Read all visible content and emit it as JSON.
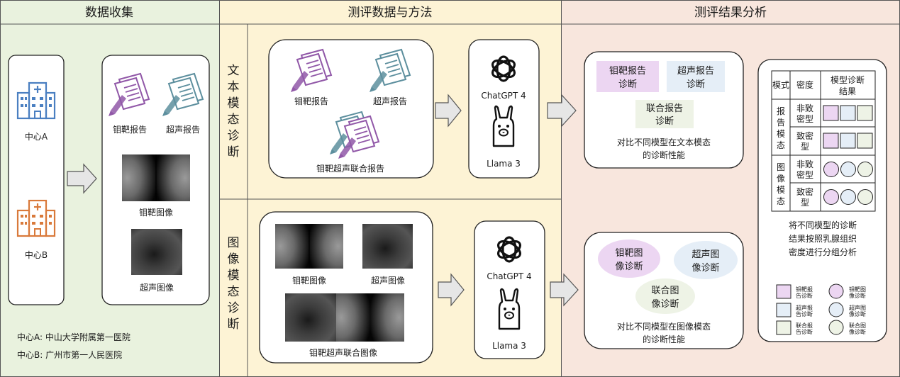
{
  "sections": {
    "collect_title": "数据收集",
    "method_title": "测评数据与方法",
    "result_title": "测评结果分析"
  },
  "collect": {
    "center_a": "中心A",
    "center_b": "中心B",
    "mammo_report": "钼靶报告",
    "us_report": "超声报告",
    "mammo_image": "钼靶图像",
    "us_image": "超声图像",
    "footnote_a": "中心A:  中山大学附属第一医院",
    "footnote_b": "中心B:  广州市第一人民医院"
  },
  "method": {
    "text_mode_label": [
      "文",
      "本",
      "模",
      "态",
      "诊",
      "断"
    ],
    "image_mode_label": [
      "图",
      "像",
      "模",
      "态",
      "诊",
      "断"
    ],
    "mammo_report": "钼靶报告",
    "us_report": "超声报告",
    "combined_report": "钼靶超声联合报告",
    "mammo_image": "钼靶图像",
    "us_image": "超声图像",
    "combined_image": "钼靶超声联合图像",
    "model_gpt": "ChatGPT 4",
    "model_llama": "Llama 3"
  },
  "results": {
    "text_cmp": {
      "box1": [
        "钼靶报告",
        "诊断"
      ],
      "box2": [
        "超声报告",
        "诊断"
      ],
      "box3": [
        "联合报告",
        "诊断"
      ],
      "caption": [
        "对比不同模型在文本模态",
        "的诊断性能"
      ]
    },
    "image_cmp": {
      "e1": [
        "钼靶图",
        "像诊断"
      ],
      "e2": [
        "超声图",
        "像诊断"
      ],
      "e3": [
        "联合图",
        "像诊断"
      ],
      "caption": [
        "对比不同模型在图像模态",
        "的诊断性能"
      ]
    },
    "table": {
      "h_mode": "模式",
      "h_density": "密度",
      "h_result": [
        "模型诊断",
        "结果"
      ],
      "report_mode": [
        "报",
        "告",
        "模",
        "态"
      ],
      "image_mode": [
        "图",
        "像",
        "模",
        "态"
      ],
      "non_dense": [
        "非致",
        "密型"
      ],
      "dense": [
        "致密",
        "型"
      ]
    },
    "summary": [
      "将不同模型的诊断",
      "结果按照乳腺组织",
      "密度进行分组分析"
    ],
    "legend": {
      "sq1": [
        "钼靶报",
        "告诊断"
      ],
      "sq2": [
        "超声报",
        "告诊断"
      ],
      "sq3": [
        "联合报",
        "告诊断"
      ],
      "c1": [
        "钼靶图",
        "像诊断"
      ],
      "c2": [
        "超声图",
        "像诊断"
      ],
      "c3": [
        "联合图",
        "像诊断"
      ]
    }
  },
  "colors": {
    "collect_bg": "#e9f2de",
    "method_bg": "#fdf3d5",
    "result_bg": "#f8e6dd",
    "purple": "#ecd6f2",
    "blue": "#e5eef7",
    "green": "#eef3e6",
    "hospital_blue": "#4a7fc1",
    "hospital_orange": "#d9793a",
    "doc_purple": "#9158a8",
    "doc_teal": "#5d8f9e"
  }
}
